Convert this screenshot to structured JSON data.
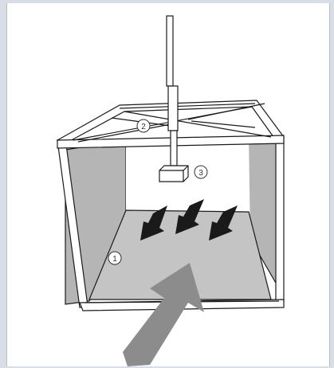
{
  "callouts": [
    {
      "id": "1",
      "label": "1"
    },
    {
      "id": "2",
      "label": "2"
    },
    {
      "id": "3",
      "label": "3"
    }
  ],
  "colors": {
    "outline": "#1a1a1a",
    "wall_fill": "#b5b5b5",
    "floor_fill": "#c4c4c4",
    "arrow_dark": "#1a1a1a",
    "arrow_big": "#8c8c8c",
    "frame_bg": "#d9dee6"
  }
}
